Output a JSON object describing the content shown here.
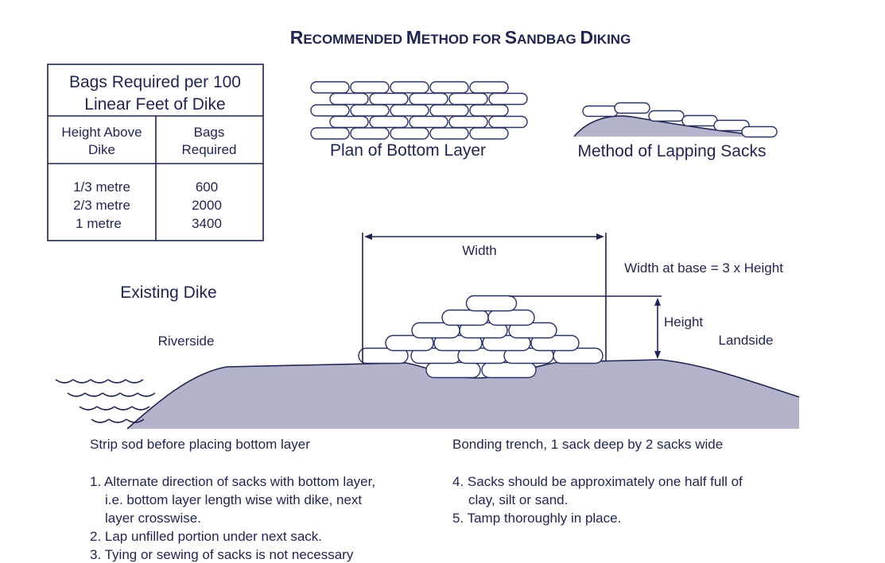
{
  "title": {
    "parts": [
      {
        "cap": "R",
        "rest": "ECOMMENDED "
      },
      {
        "cap": "M",
        "rest": "ETHOD FOR "
      },
      {
        "cap": "S",
        "rest": "ANDBAG "
      },
      {
        "cap": "D",
        "rest": "IKING"
      }
    ]
  },
  "table": {
    "caption_line1": "Bags Required per 100",
    "caption_line2": "Linear Feet of Dike",
    "col1_header_line1": "Height Above",
    "col1_header_line2": "Dike",
    "col2_header_line1": "Bags",
    "col2_header_line2": "Required",
    "rows": [
      {
        "height": "1/3 metre",
        "bags": "600"
      },
      {
        "height": "2/3 metre",
        "bags": "2000"
      },
      {
        "height": "1 metre",
        "bags": "3400"
      }
    ]
  },
  "labels": {
    "plan_bottom": "Plan of Bottom Layer",
    "lapping": "Method of Lapping Sacks",
    "width": "Width",
    "width_rule": "Width at base = 3 x Height",
    "height": "Height",
    "existing_dike": "Existing Dike",
    "riverside": "Riverside",
    "landside": "Landside",
    "strip_sod": "Strip sod before placing bottom layer",
    "bonding_trench": "Bonding trench, 1 sack deep by 2 sacks wide"
  },
  "notes_left": [
    "1. Alternate direction of sacks with bottom layer,",
    "i.e. bottom layer length wise with dike, next",
    "layer crosswise.",
    "2. Lap unfilled portion under next sack.",
    "3. Tying or sewing of sacks is not necessary"
  ],
  "notes_right": [
    "4. Sacks should be approximately one half full of",
    "clay, silt or sand.",
    "5. Tamp thoroughly in place."
  ],
  "colors": {
    "ink": "#1e2550",
    "ground": "#b3b3cb"
  }
}
